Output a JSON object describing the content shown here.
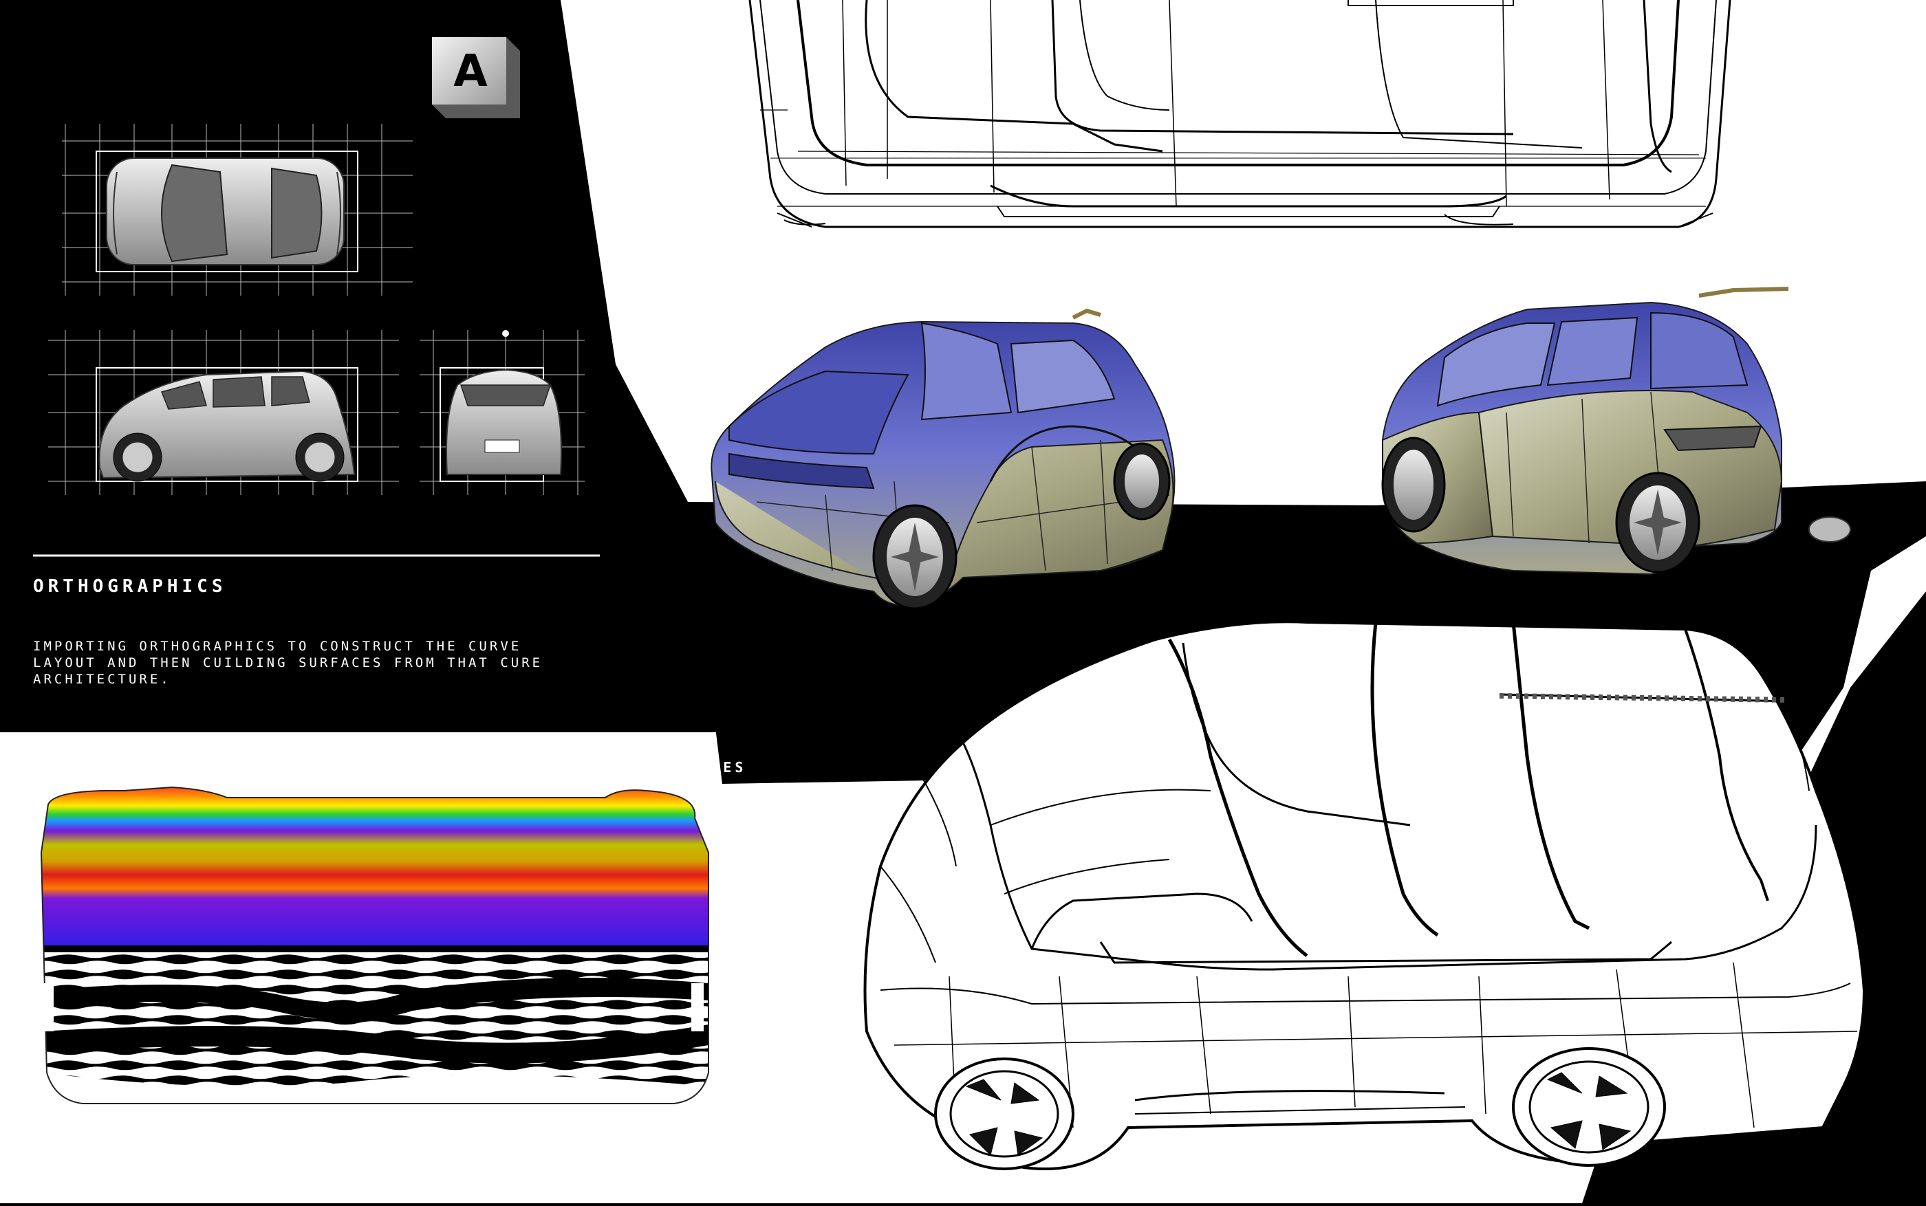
{
  "section": {
    "title": "ORTHOGRAPHICS",
    "description": "IMPORTING ORTHOGRAPHICS TO CONSTRUCT THE CURVE LAYOUT AND THEN CUILDING SURFACES FROM THAT CURE ARCHITECTURE."
  },
  "zebra": {
    "label": "ZEBRA LINES"
  },
  "logo": {
    "letter": "A",
    "icon": "autodesk-alias-logo-icon"
  },
  "colors": {
    "background": "#000000",
    "panel": "#ffffff",
    "surface_blue": "#5b63c0",
    "surface_olive": "#b7b592",
    "zebra_red": "#e11b1b",
    "zebra_violet": "#7a18d8",
    "zebra_blue": "#2a20e6"
  }
}
